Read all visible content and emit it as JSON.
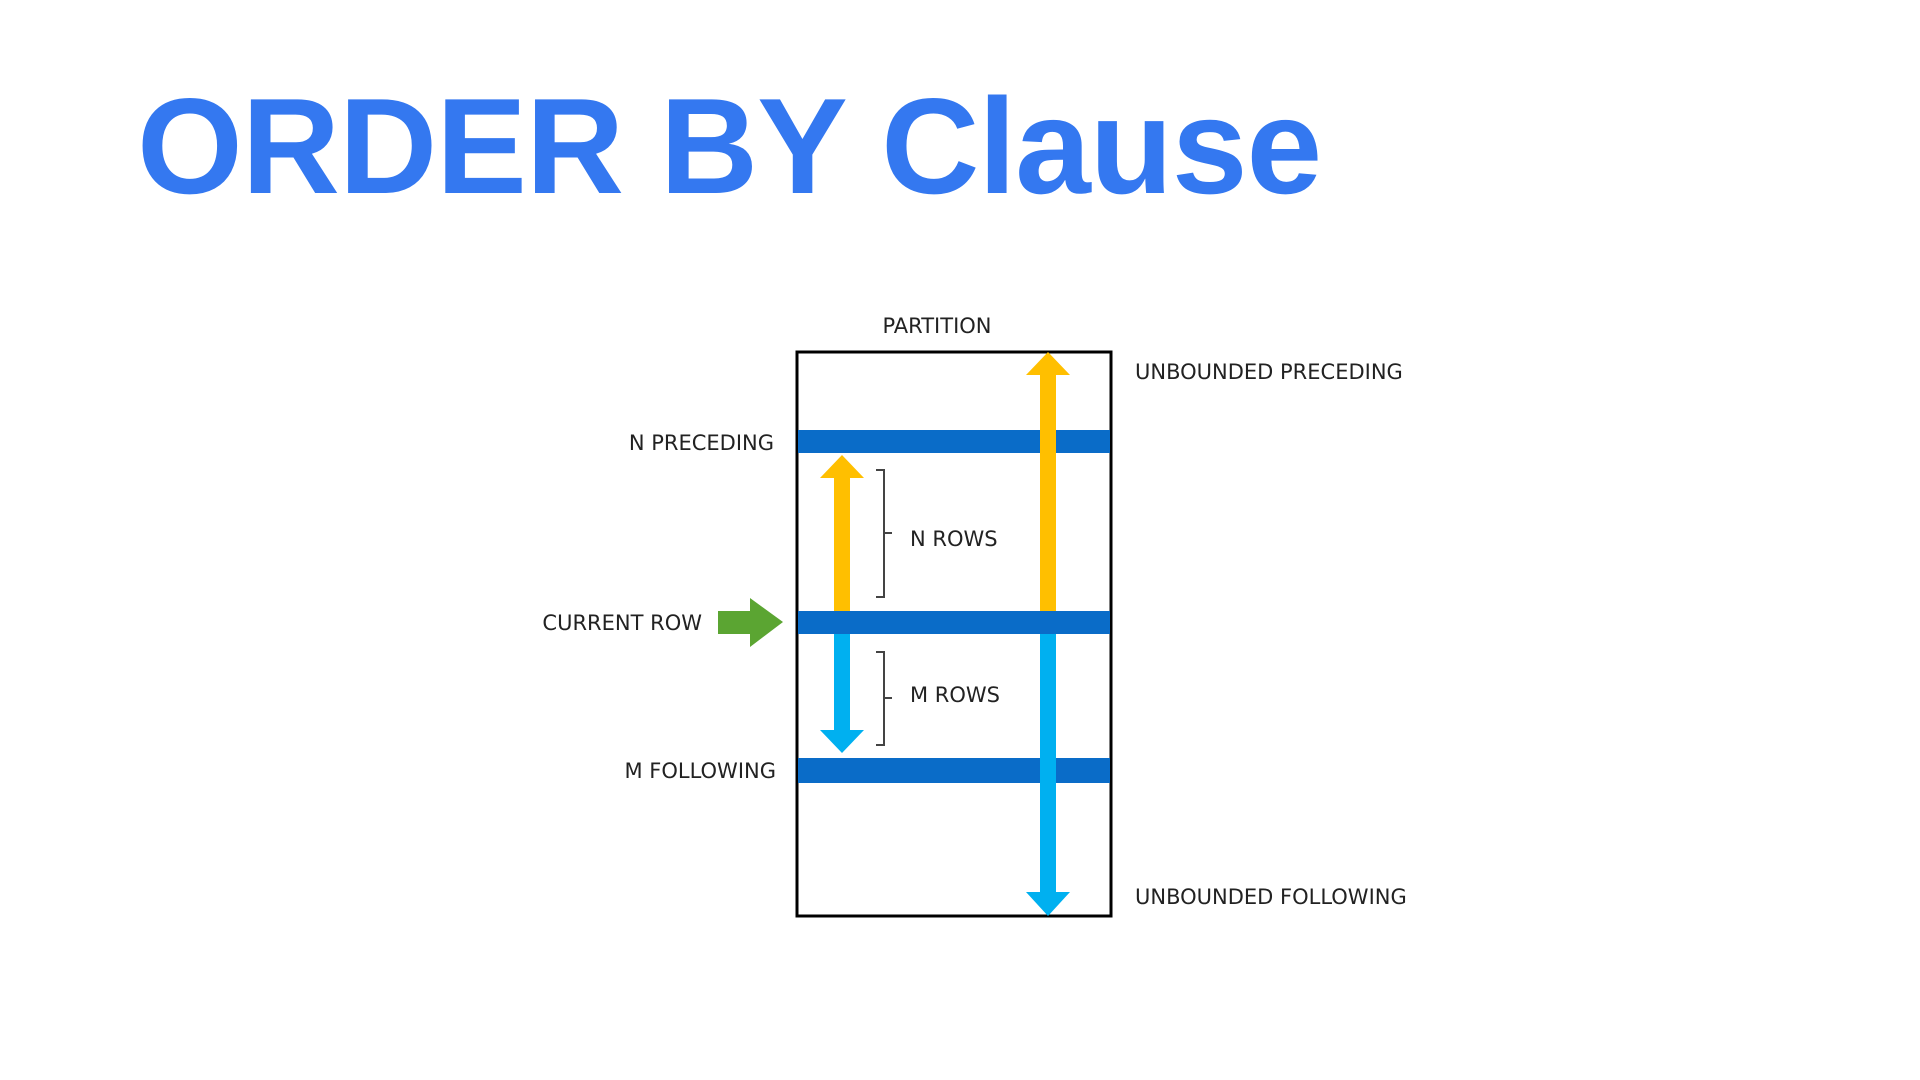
{
  "slide": {
    "title": "ORDER BY Clause",
    "title_color": "#3478F0"
  },
  "diagram": {
    "partition_label": "PARTITION",
    "unbounded_preceding_label": "UNBOUNDED PRECEDING",
    "n_preceding_label": "N PRECEDING",
    "n_rows_label": "N ROWS",
    "current_row_label": "CURRENT ROW",
    "m_rows_label": "M ROWS",
    "m_following_label": "M FOLLOWING",
    "unbounded_following_label": "UNBOUNDED FOLLOWING",
    "colors": {
      "row_band": "#0A6CC8",
      "preceding_arrow": "#FFBF00",
      "following_arrow": "#00B0F0",
      "current_row_pointer": "#5BA532",
      "partition_border": "#000000",
      "text": "#222222"
    }
  }
}
